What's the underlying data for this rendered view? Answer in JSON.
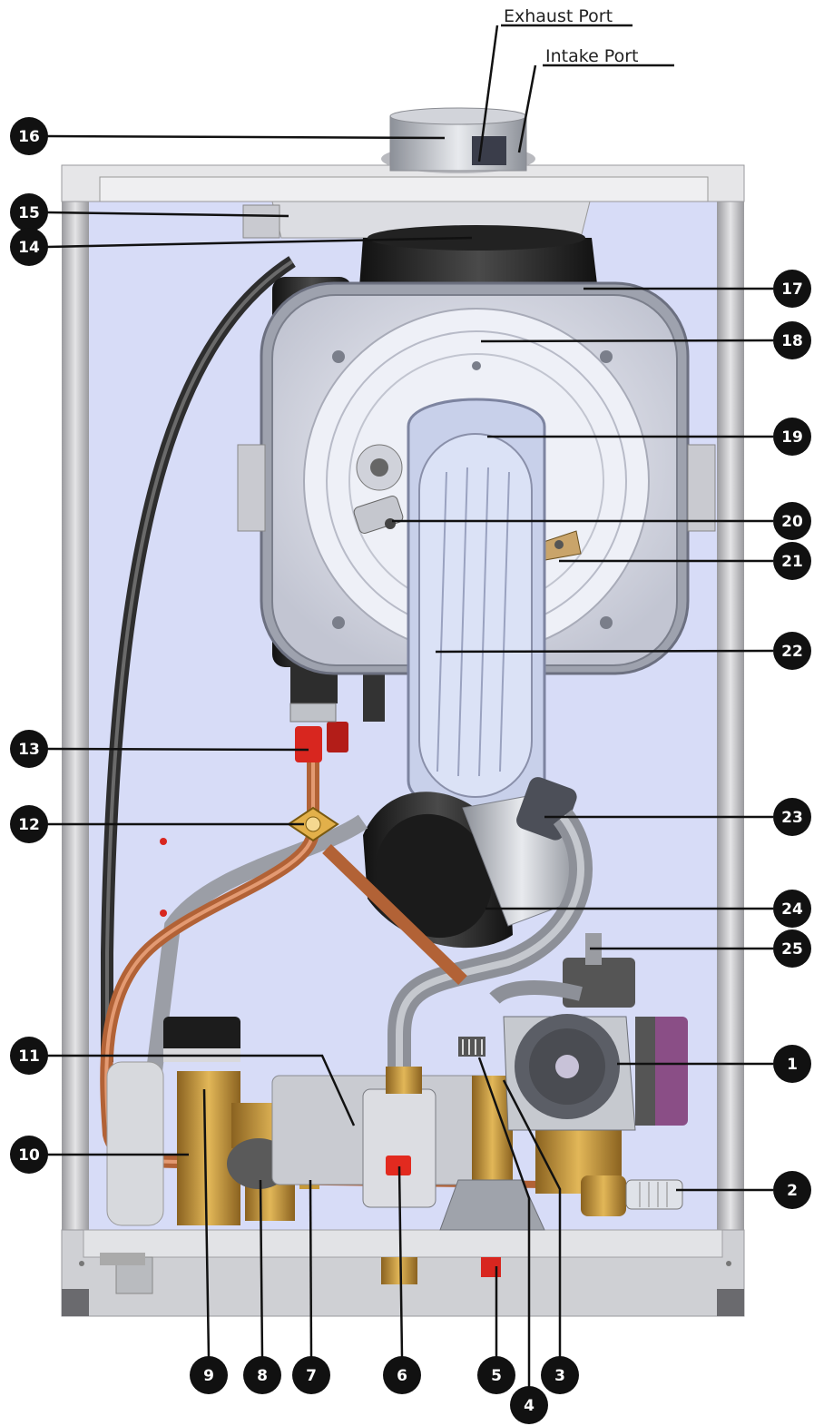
{
  "colors": {
    "cabinet_bg": "#d7dcf7",
    "frame": "#cfcfd2",
    "copper": "#c8744a",
    "brass": "#c6983a",
    "steel": "#b4b8c0",
    "dark": "#2a2a2a",
    "badge": "#111111",
    "red": "#d8261f"
  },
  "port_labels": {
    "exhaust": "Exhaust Port",
    "intake": "Intake Port"
  },
  "callouts": [
    {
      "id": "1",
      "label": "1"
    },
    {
      "id": "2",
      "label": "2"
    },
    {
      "id": "3",
      "label": "3"
    },
    {
      "id": "4",
      "label": "4"
    },
    {
      "id": "5",
      "label": "5"
    },
    {
      "id": "6",
      "label": "6"
    },
    {
      "id": "7",
      "label": "7"
    },
    {
      "id": "8",
      "label": "8"
    },
    {
      "id": "9",
      "label": "9"
    },
    {
      "id": "10",
      "label": "10"
    },
    {
      "id": "11",
      "label": "11"
    },
    {
      "id": "12",
      "label": "12"
    },
    {
      "id": "13",
      "label": "13"
    },
    {
      "id": "14",
      "label": "14"
    },
    {
      "id": "15",
      "label": "15"
    },
    {
      "id": "16",
      "label": "16"
    },
    {
      "id": "17",
      "label": "17"
    },
    {
      "id": "18",
      "label": "18"
    },
    {
      "id": "19",
      "label": "19"
    },
    {
      "id": "20",
      "label": "20"
    },
    {
      "id": "21",
      "label": "21"
    },
    {
      "id": "22",
      "label": "22"
    },
    {
      "id": "23",
      "label": "23"
    },
    {
      "id": "24",
      "label": "24"
    },
    {
      "id": "25",
      "label": "25"
    }
  ]
}
